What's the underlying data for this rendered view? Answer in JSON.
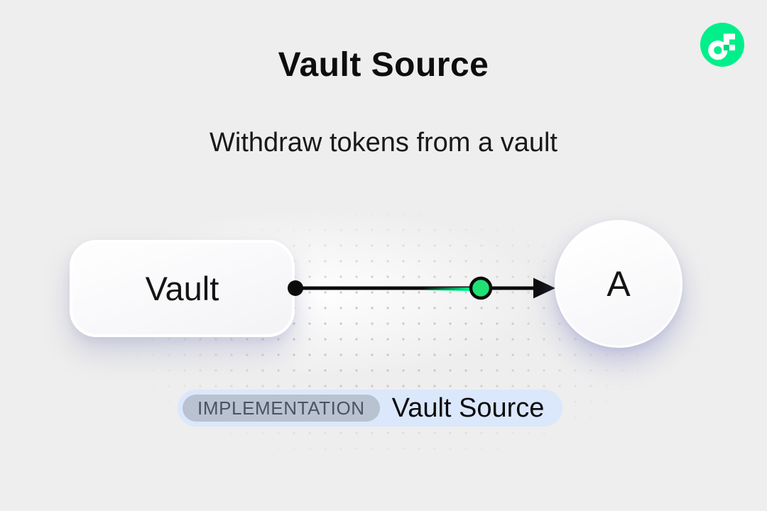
{
  "header": {
    "title": "Vault Source",
    "subtitle": "Withdraw tokens from a vault"
  },
  "logo": {
    "name": "flow-logo",
    "brand_color": "#00EF8B"
  },
  "diagram": {
    "source_label": "Vault",
    "target_label": "A",
    "connector_color": "#0B0B0B",
    "marker_color": "#1FE075"
  },
  "badge": {
    "tag": "IMPLEMENTATION",
    "label": "Vault Source",
    "background": "#DBE7FB",
    "tag_background": "#B8C2D0",
    "tag_text_color": "#4B5362"
  }
}
